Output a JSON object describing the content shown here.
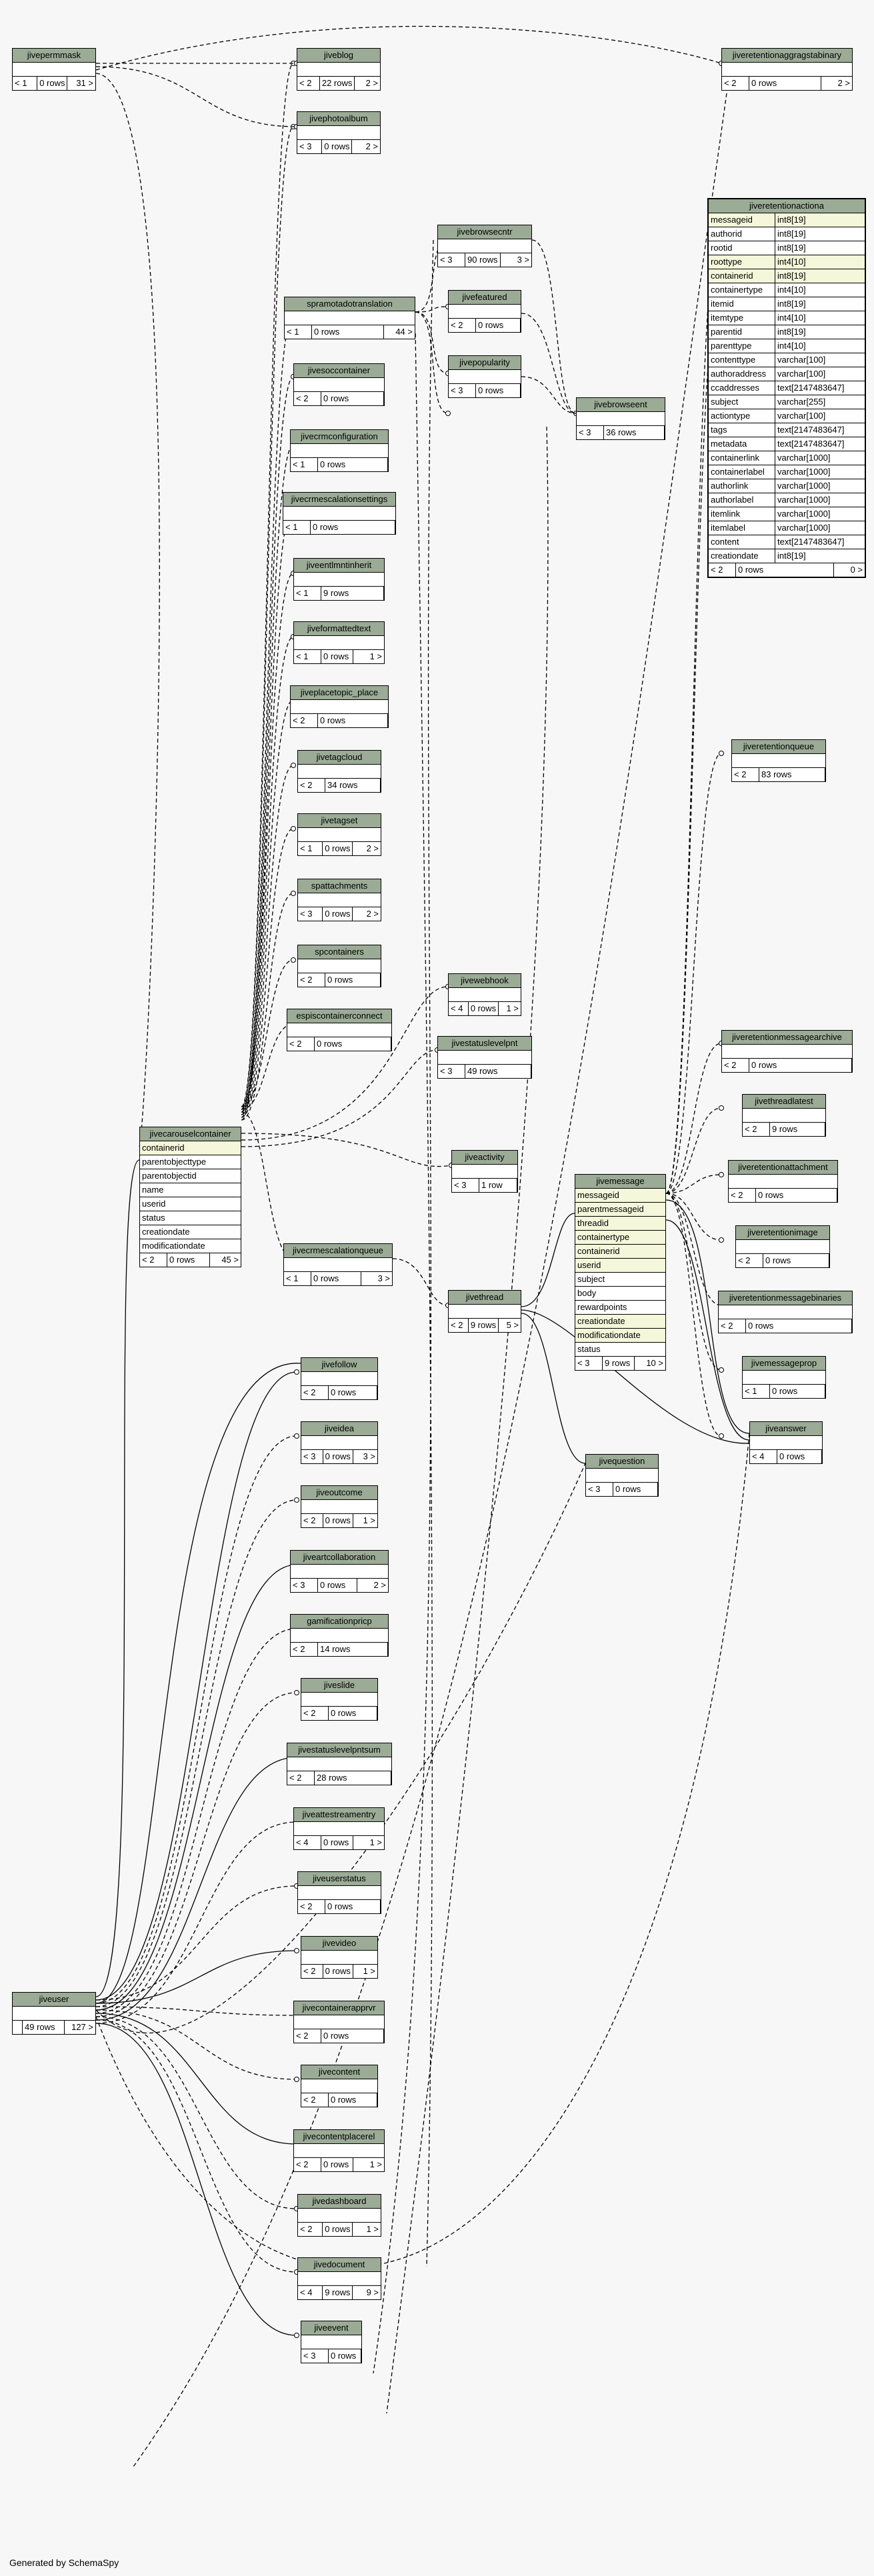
{
  "footer": {
    "credit": "Generated by SchemaSpy"
  },
  "tables": [
    {
      "id": "jivepermmask",
      "name": "jivepermmask",
      "footer": [
        "< 1",
        "0 rows",
        "31 >"
      ]
    },
    {
      "id": "jiveblog",
      "name": "jiveblog",
      "footer": [
        "< 2",
        "22 rows",
        "2 >"
      ]
    },
    {
      "id": "jivephotoalbum",
      "name": "jivephotoalbum",
      "footer": [
        "< 3",
        "0 rows",
        "2 >"
      ]
    },
    {
      "id": "jiveretentionaggragstabinary",
      "name": "jiveretentionaggragstabinary",
      "footer": [
        "< 2",
        "0 rows",
        "2 >"
      ]
    },
    {
      "id": "jiveretentionactioncategory",
      "name": "jiveretentionactiona",
      "columns": [
        [
          "messageid",
          "int8[19]"
        ],
        [
          "authorid",
          "int8[19]"
        ],
        [
          "rootid",
          "int8[19]"
        ],
        [
          "roottype",
          "int4[10]"
        ],
        [
          "containerid",
          "int8[19]"
        ],
        [
          "containertype",
          "int4[10]"
        ],
        [
          "itemid",
          "int8[19]"
        ],
        [
          "itemtype",
          "int4[10]"
        ],
        [
          "parentid",
          "int8[19]"
        ],
        [
          "parenttype",
          "int4[10]"
        ],
        [
          "contenttype",
          "varchar[100]"
        ],
        [
          "authoraddress",
          "varchar[100]"
        ],
        [
          "ccaddresses",
          "text[2147483647]"
        ],
        [
          "subject",
          "varchar[255]"
        ],
        [
          "actiontype",
          "varchar[100]"
        ],
        [
          "tags",
          "text[2147483647]"
        ],
        [
          "metadata",
          "text[2147483647]"
        ],
        [
          "containerlink",
          "varchar[1000]"
        ],
        [
          "containerlabel",
          "varchar[1000]"
        ],
        [
          "authorlink",
          "varchar[1000]"
        ],
        [
          "authorlabel",
          "varchar[1000]"
        ],
        [
          "itemlink",
          "varchar[1000]"
        ],
        [
          "itemlabel",
          "varchar[1000]"
        ],
        [
          "content",
          "text[2147483647]"
        ],
        [
          "creationdate",
          "int8[19]"
        ]
      ],
      "footer": [
        "< 2",
        "0 rows",
        "0 >"
      ]
    },
    {
      "id": "jivebrowsecntr",
      "name": "jivebrowsecntr",
      "footer": [
        "< 3",
        "90 rows",
        "3 >"
      ]
    },
    {
      "id": "spramotadotranslation",
      "name": "spramotadotranslation",
      "footer": [
        "< 1",
        "0 rows",
        "44 >"
      ]
    },
    {
      "id": "jivefeatured",
      "name": "jivefeatured",
      "footer": [
        "< 2",
        "0 rows",
        ""
      ]
    },
    {
      "id": "jivesocontainer",
      "name": "jivesoccontainer",
      "footer": [
        "< 2",
        "0 rows",
        ""
      ]
    },
    {
      "id": "jivepopularity",
      "name": "jivepopularity",
      "footer": [
        "< 3",
        "0 rows",
        ""
      ]
    },
    {
      "id": "jivebrowseent",
      "name": "jivebrowseent",
      "footer": [
        "< 3",
        "36 rows",
        ""
      ]
    },
    {
      "id": "jivecrmconfiguration",
      "name": "jivecrmconfiguration",
      "footer": [
        "< 1",
        "0 rows",
        ""
      ]
    },
    {
      "id": "jivecrmescalationsettings",
      "name": "jivecrmescalationsettings",
      "footer": [
        "< 1",
        "0 rows",
        ""
      ]
    },
    {
      "id": "jiveentlmntinherit",
      "name": "jiveentlmntinherit",
      "footer": [
        "< 1",
        "9 rows",
        ""
      ]
    },
    {
      "id": "jiveformattedtext",
      "name": "jiveformattedtext",
      "footer": [
        "< 1",
        "0 rows",
        "1 >"
      ]
    },
    {
      "id": "jiveplacetopic_place",
      "name": "jiveplacetopic_place",
      "footer": [
        "< 2",
        "0 rows",
        ""
      ]
    },
    {
      "id": "jiveretentionqueue",
      "name": "jiveretentionqueue",
      "footer": [
        "< 2",
        "83 rows",
        ""
      ]
    },
    {
      "id": "jivetagcloud",
      "name": "jivetagcloud",
      "footer": [
        "< 2",
        "34 rows",
        ""
      ]
    },
    {
      "id": "jivetagset",
      "name": "jivetagset",
      "footer": [
        "< 1",
        "0 rows",
        "2 >"
      ]
    },
    {
      "id": "spattachments",
      "name": "spattachments",
      "footer": [
        "< 3",
        "0 rows",
        "2 >"
      ]
    },
    {
      "id": "spcontainers",
      "name": "spcontainers",
      "footer": [
        "< 2",
        "0 rows",
        ""
      ]
    },
    {
      "id": "espiscontainerconnect",
      "name": "espiscontainerconnect",
      "footer": [
        "< 2",
        "0 rows",
        ""
      ]
    },
    {
      "id": "jivewebhook",
      "name": "jivewebhook",
      "footer": [
        "< 4",
        "0 rows",
        "1 >"
      ]
    },
    {
      "id": "jivestatuslevelpnt",
      "name": "jivestatuslevelpnt",
      "footer": [
        "< 3",
        "49 rows",
        ""
      ]
    },
    {
      "id": "jiveretentionmessagearchive",
      "name": "jiveretentionmessagearchive",
      "footer": [
        "< 2",
        "0 rows",
        ""
      ]
    },
    {
      "id": "jivethreadlatest",
      "name": "jivethreadlatest",
      "footer": [
        "< 2",
        "9 rows",
        ""
      ]
    },
    {
      "id": "jivecarouselcontainer",
      "name": "jivecarouselcontainer",
      "columns": [
        [
          "containerid"
        ],
        [
          "parentobjecttype"
        ],
        [
          "parentobjectid"
        ],
        [
          "name"
        ],
        [
          "userid"
        ],
        [
          "status"
        ],
        [
          "creationdate"
        ],
        [
          "modificationdate"
        ]
      ],
      "footer": [
        "< 2",
        "0 rows",
        "45 >"
      ]
    },
    {
      "id": "jiveactivity",
      "name": "jiveactivity",
      "footer": [
        "< 3",
        "1 row",
        ""
      ]
    },
    {
      "id": "jivemessage",
      "name": "jivemessage",
      "columns": [
        [
          "messageid"
        ],
        [
          "parentmessageid"
        ],
        [
          "threadid"
        ],
        [
          "containertype"
        ],
        [
          "containerid"
        ],
        [
          "userid"
        ],
        [
          "subject"
        ],
        [
          "body"
        ],
        [
          "rewardpoints"
        ],
        [
          "creationdate"
        ],
        [
          "modificationdate"
        ],
        [
          "status"
        ]
      ],
      "footer": [
        "< 3",
        "9 rows",
        "10 >"
      ]
    },
    {
      "id": "jiveretentionattachment",
      "name": "jiveretentionattachment",
      "footer": [
        "< 2",
        "0 rows",
        ""
      ]
    },
    {
      "id": "jivecrmescalationqueue",
      "name": "jivecrmescalationqueue",
      "footer": [
        "< 1",
        "0 rows",
        "3 >"
      ]
    },
    {
      "id": "jiveretentionimage",
      "name": "jiveretentionimage",
      "footer": [
        "< 2",
        "0 rows",
        ""
      ]
    },
    {
      "id": "jivethread",
      "name": "jivethread",
      "footer": [
        "< 2",
        "9 rows",
        "5 >"
      ]
    },
    {
      "id": "jiveretentionmessagebinaries",
      "name": "jiveretentionmessagebinaries",
      "footer": [
        "< 2",
        "0 rows",
        ""
      ]
    },
    {
      "id": "jivemessageprop",
      "name": "jivemessageprop",
      "footer": [
        "< 1",
        "0 rows",
        ""
      ]
    },
    {
      "id": "jivefollow",
      "name": "jivefollow",
      "footer": [
        "< 2",
        "0 rows",
        ""
      ]
    },
    {
      "id": "jiveanswer",
      "name": "jiveanswer",
      "footer": [
        "< 4",
        "0 rows",
        ""
      ]
    },
    {
      "id": "jiveidea",
      "name": "jiveidea",
      "footer": [
        "< 3",
        "0 rows",
        "3 >"
      ]
    },
    {
      "id": "jivequestion",
      "name": "jivequestion",
      "footer": [
        "< 3",
        "0 rows",
        ""
      ]
    },
    {
      "id": "jiveoutcome",
      "name": "jiveoutcome",
      "footer": [
        "< 2",
        "0 rows",
        "1 >"
      ]
    },
    {
      "id": "jiveartcollaboration",
      "name": "jiveartcollaboration",
      "footer": [
        "< 3",
        "0 rows",
        "2 >"
      ]
    },
    {
      "id": "gamificationpricp",
      "name": "gamificationpricp",
      "footer": [
        "< 2",
        "14 rows",
        ""
      ]
    },
    {
      "id": "jiveslide",
      "name": "jiveslide",
      "footer": [
        "< 2",
        "0 rows",
        ""
      ]
    },
    {
      "id": "jivestatuslevelpntsum",
      "name": "jivestatuslevelpntsum",
      "footer": [
        "< 2",
        "28 rows",
        ""
      ]
    },
    {
      "id": "jiveactivitystreamentry",
      "name": "jiveattestreamentry",
      "footer": [
        "< 4",
        "0 rows",
        "1 >"
      ]
    },
    {
      "id": "jiveuserstatus",
      "name": "jiveuserstatus",
      "footer": [
        "< 2",
        "0 rows",
        ""
      ]
    },
    {
      "id": "jivevideo",
      "name": "jivevideo",
      "footer": [
        "< 2",
        "0 rows",
        "1 >"
      ]
    },
    {
      "id": "jiveuser",
      "name": "jiveuser",
      "footer": [
        "",
        "49 rows",
        "127 >"
      ]
    },
    {
      "id": "jivecontainerapprvr",
      "name": "jivecontainerapprvr",
      "footer": [
        "< 2",
        "0 rows",
        ""
      ]
    },
    {
      "id": "jivecontent",
      "name": "jivecontent",
      "footer": [
        "< 2",
        "0 rows",
        ""
      ]
    },
    {
      "id": "jivecontentplacerel",
      "name": "jivecontentplacerel",
      "footer": [
        "< 2",
        "0 rows",
        "1 >"
      ]
    },
    {
      "id": "jivedashboard",
      "name": "jivedashboard",
      "footer": [
        "< 2",
        "0 rows",
        "1 >"
      ]
    },
    {
      "id": "jivedocument",
      "name": "jivedocument",
      "footer": [
        "< 4",
        "9 rows",
        "9 >"
      ]
    },
    {
      "id": "jiveevent",
      "name": "jiveevent",
      "footer": [
        "< 3",
        "0 rows",
        ""
      ]
    }
  ]
}
